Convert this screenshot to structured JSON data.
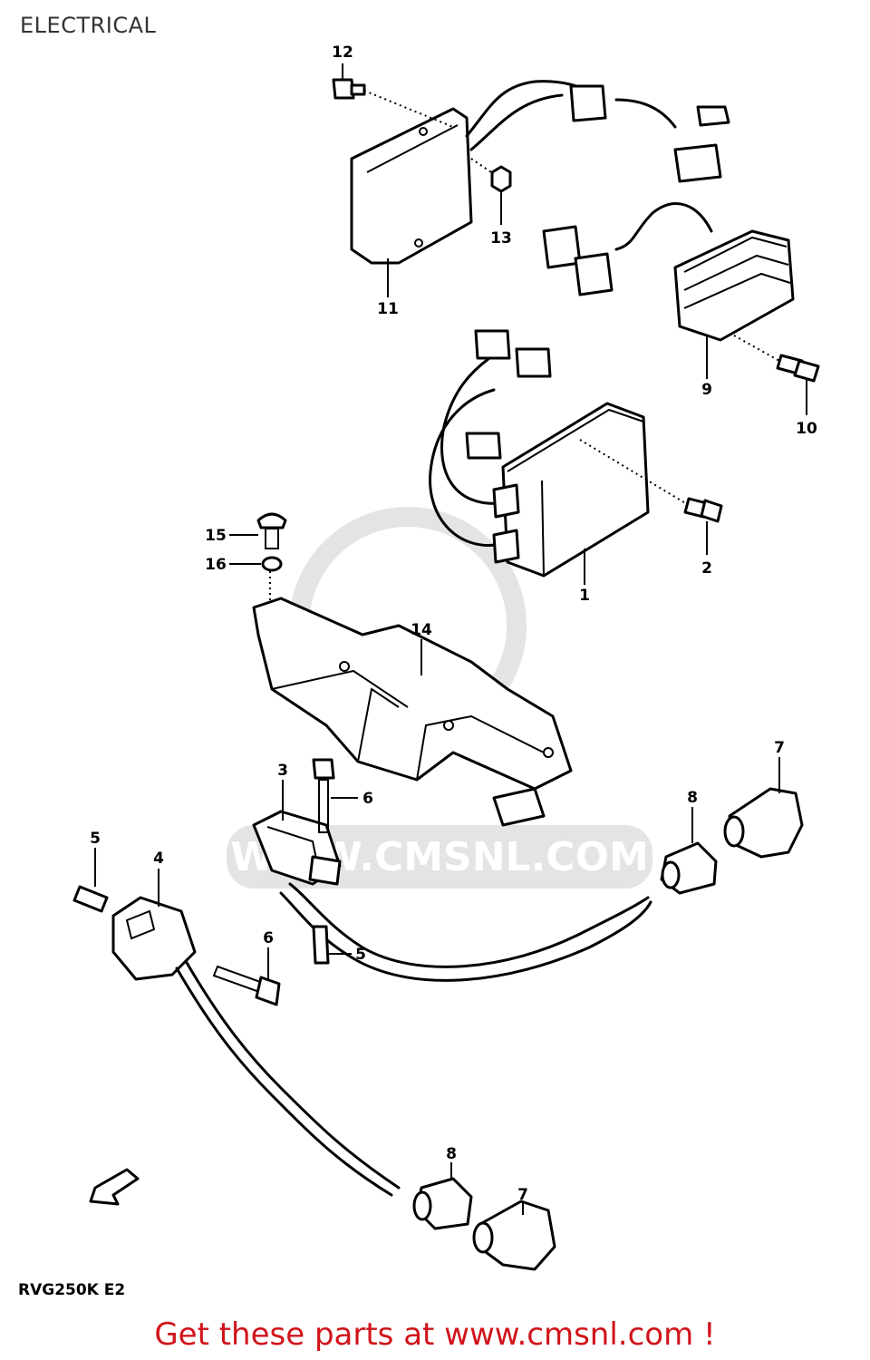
{
  "page": {
    "title": "ELECTRICAL",
    "model_code": "RVG250K E2",
    "footer": "Get these parts at www.cmsnl.com !"
  },
  "watermark": {
    "text": "WWW.CMSNL.COM"
  },
  "callouts": [
    {
      "id": "c1",
      "label": "1"
    },
    {
      "id": "c2",
      "label": "2"
    },
    {
      "id": "c3",
      "label": "3"
    },
    {
      "id": "c4",
      "label": "4"
    },
    {
      "id": "c5a",
      "label": "5"
    },
    {
      "id": "c5b",
      "label": "5"
    },
    {
      "id": "c6a",
      "label": "6"
    },
    {
      "id": "c6b",
      "label": "6"
    },
    {
      "id": "c7a",
      "label": "7"
    },
    {
      "id": "c7b",
      "label": "7"
    },
    {
      "id": "c8a",
      "label": "8"
    },
    {
      "id": "c8b",
      "label": "8"
    },
    {
      "id": "c9",
      "label": "9"
    },
    {
      "id": "c10",
      "label": "10"
    },
    {
      "id": "c11",
      "label": "11"
    },
    {
      "id": "c12",
      "label": "12"
    },
    {
      "id": "c13",
      "label": "13"
    },
    {
      "id": "c14",
      "label": "14"
    },
    {
      "id": "c15",
      "label": "15"
    },
    {
      "id": "c16",
      "label": "16"
    }
  ],
  "colors": {
    "line": "#000000",
    "footer": "#d0141a",
    "watermark": "#e4e4e4"
  }
}
